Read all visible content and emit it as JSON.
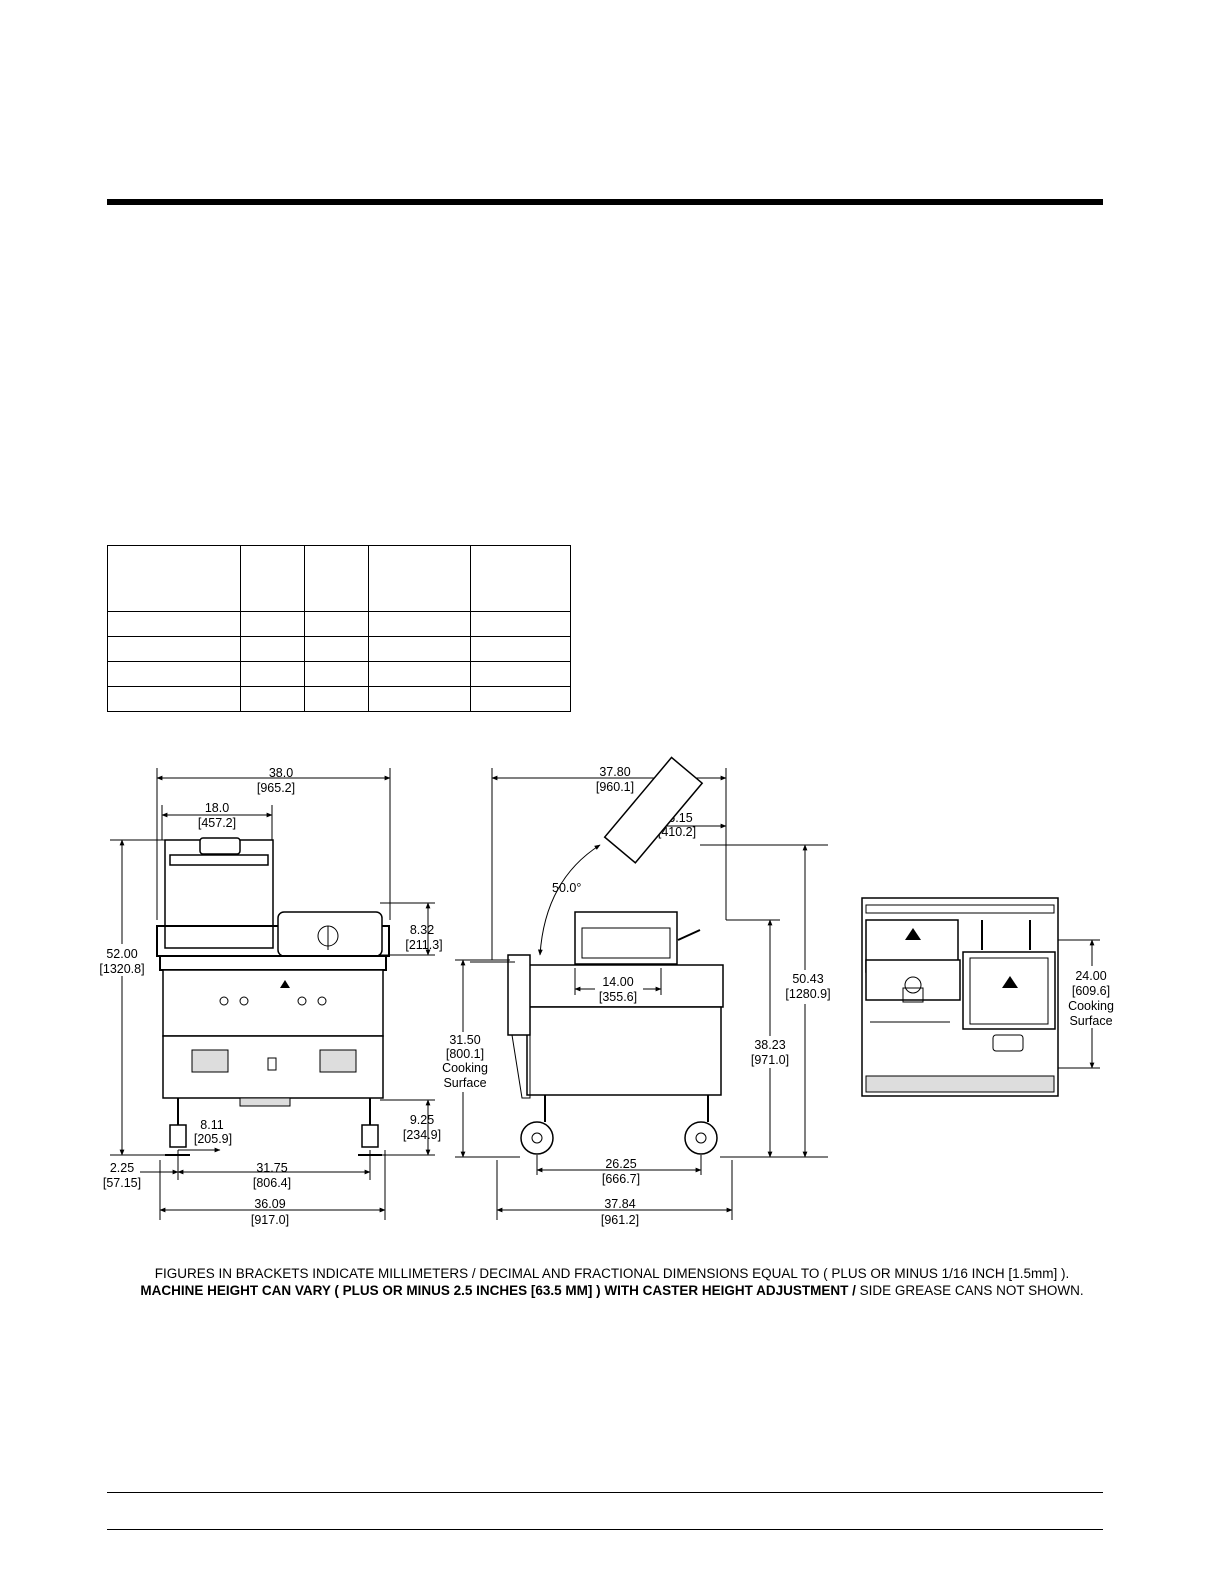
{
  "front_view": {
    "overall_width": "38.0",
    "overall_width_mm": "[965.2]",
    "platen_width": "18.0",
    "platen_width_mm": "[457.2]",
    "overall_height": "52.00",
    "overall_height_mm": "[1320.8]",
    "platen_height": "8.32",
    "platen_height_mm": "[211.3]",
    "leg_offset": "8.11",
    "leg_offset_mm": "[205.9]",
    "caster_height": "9.25",
    "caster_height_mm": "[234.9]",
    "caster_inset": "2.25",
    "caster_inset_mm": "[57.15]",
    "caster_span": "31.75",
    "caster_span_mm": "[806.4]",
    "base_width": "36.09",
    "base_width_mm": "[917.0]"
  },
  "side_view": {
    "overall_depth": "37.80",
    "overall_depth_mm": "[960.1]",
    "platen_offset": "16.15",
    "platen_offset_mm": "[410.2]",
    "angle": "50.0°",
    "platen_depth": "14.00",
    "platen_depth_mm": "[355.6]",
    "cooking_height": "31.50",
    "cooking_height_mm": "[800.1]",
    "cooking_label_1": "Cooking",
    "cooking_label_2": "Surface",
    "open_height": "50.43",
    "open_height_mm": "[1280.9]",
    "closed_height": "38.23",
    "closed_height_mm": "[971.0]",
    "wheel_span": "26.25",
    "wheel_span_mm": "[666.7]",
    "base_depth": "37.84",
    "base_depth_mm": "[961.2]"
  },
  "top_view": {
    "surface_depth": "24.00",
    "surface_depth_mm": "[609.6]",
    "label_1": "Cooking",
    "label_2": "Surface"
  },
  "footnote": {
    "line1": "FIGURES IN BRACKETS INDICATE MILLIMETERS / DECIMAL AND FRACTIONAL DIMENSIONS EQUAL TO ( PLUS OR MINUS 1/16 INCH [1.5mm] ).",
    "line2_bold": "MACHINE HEIGHT CAN VARY ( PLUS OR MINUS  2.5 INCHES [63.5 MM] ) WITH CASTER HEIGHT ADJUSTMENT /",
    "line2_rest": " SIDE GREASE CANS NOT SHOWN."
  }
}
